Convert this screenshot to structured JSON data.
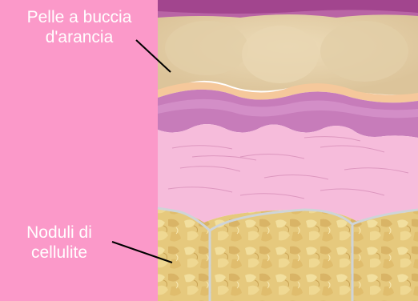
{
  "labels": {
    "orange_peel": {
      "line1": "Pelle a buccia",
      "line2": "d'arancia"
    },
    "nodules": {
      "line1": "Noduli di",
      "line2": "cellulite"
    }
  },
  "colors": {
    "side_panel": "#fb99c9",
    "top_band": "#a2458e",
    "epidermis": "#e9d6ad",
    "epidermis_rim": "#f5c89b",
    "dermis_dark": "#c77cba",
    "dermis_mid": "#e3a5d6",
    "connective": "#f6bcdb",
    "fat": "#e6c97d",
    "fat_line": "#cfd4d8",
    "label_text": "#ffffff",
    "pointer": "#000000"
  }
}
